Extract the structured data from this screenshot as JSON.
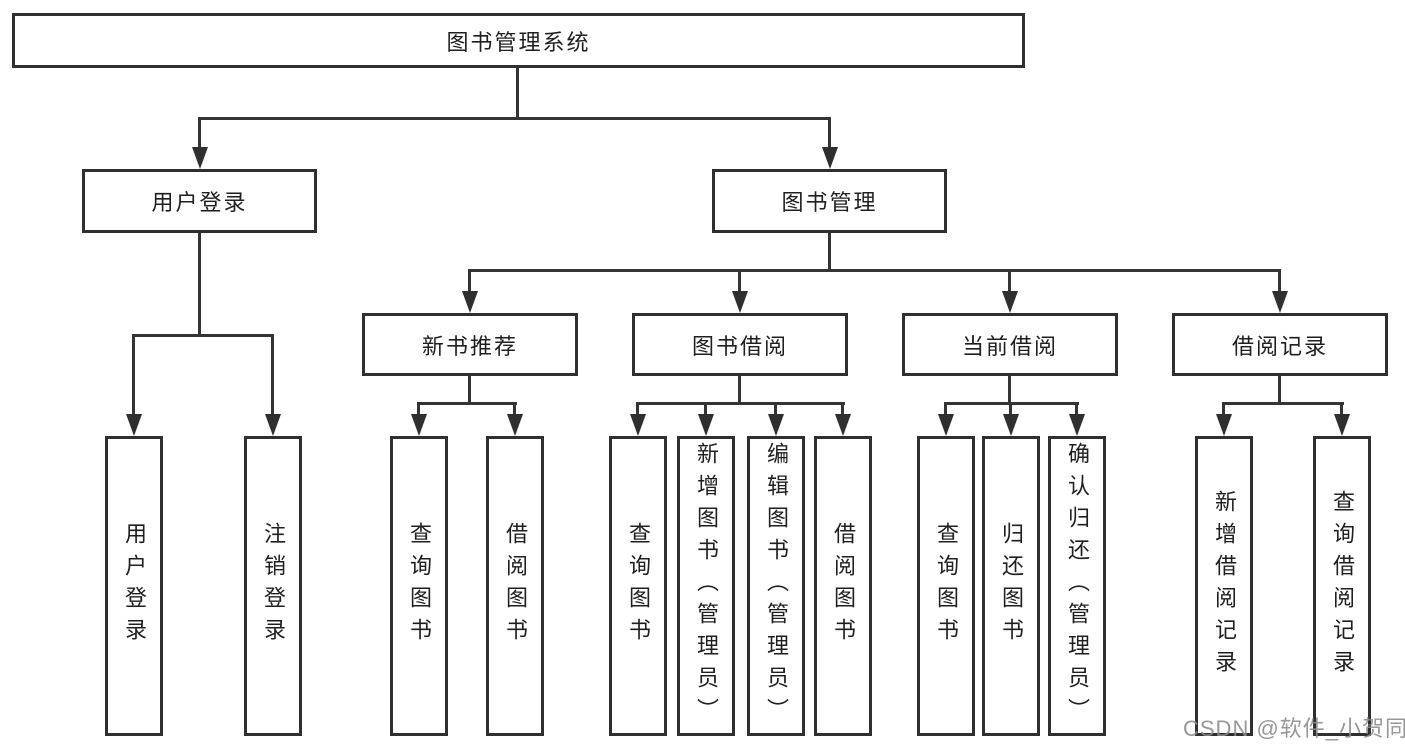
{
  "title": {
    "root": "图书管理系统"
  },
  "nodes": {
    "user_login": "用户登录",
    "book_mgmt": "图书管理",
    "new_book_rec": "新书推荐",
    "book_borrow": "图书借阅",
    "current_borrow": "当前借阅",
    "borrow_record": "借阅记录"
  },
  "leaves": {
    "user_login_leaf": "用户登录",
    "logout": "注销登录",
    "nb_query": "查询图书",
    "nb_borrow": "借阅图书",
    "bb_query": "查询图书",
    "bb_add": "新增图书（管理员）",
    "bb_edit": "编辑图书（管理员）",
    "bb_borrow": "借阅图书",
    "cb_query": "查询图书",
    "cb_return": "归还图书",
    "cb_confirm": "确认归还（管理员）",
    "br_add": "新增借阅记录",
    "br_query": "查询借阅记录"
  },
  "watermark": "CSDN @软件_小贺同学",
  "colors": {
    "border": "#2f2f2f",
    "line": "#343434",
    "text": "#1f1f1f",
    "watermark": "#8c8c8c",
    "background": "#ffffff"
  },
  "diagram_type": "hierarchy-tree"
}
